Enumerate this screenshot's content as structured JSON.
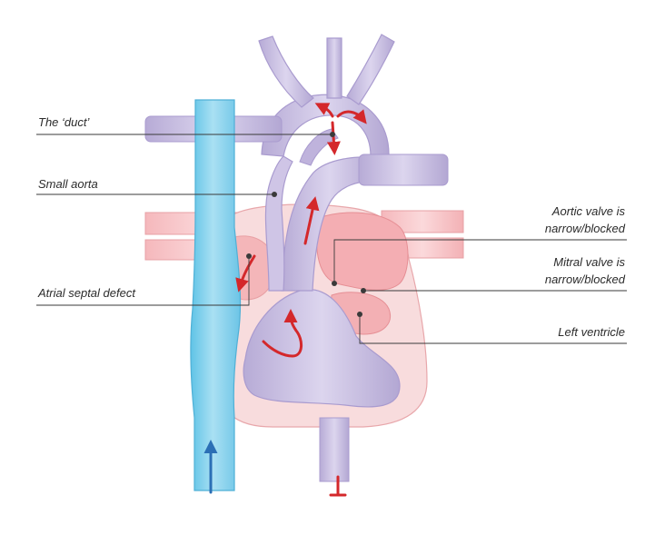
{
  "labels": {
    "duct": "The ‘duct’",
    "small_aorta": "Small aorta",
    "atrial_septal_defect": "Atrial septal defect",
    "aortic_valve_line1": "Aortic valve is",
    "aortic_valve_line2": "narrow/blocked",
    "mitral_valve_line1": "Mitral valve is",
    "mitral_valve_line2": "narrow/blocked",
    "left_ventricle": "Left ventricle"
  },
  "colors": {
    "deoxygenated_vessel": "#8fd3ec",
    "mixed_blood": "#cbc1e0",
    "heart_tissue": "#f7d9da",
    "oxygenated_vessel": "#f2a9ae",
    "flow_arrow_red": "#d4282b",
    "flow_arrow_blue": "#2b6fb5"
  }
}
